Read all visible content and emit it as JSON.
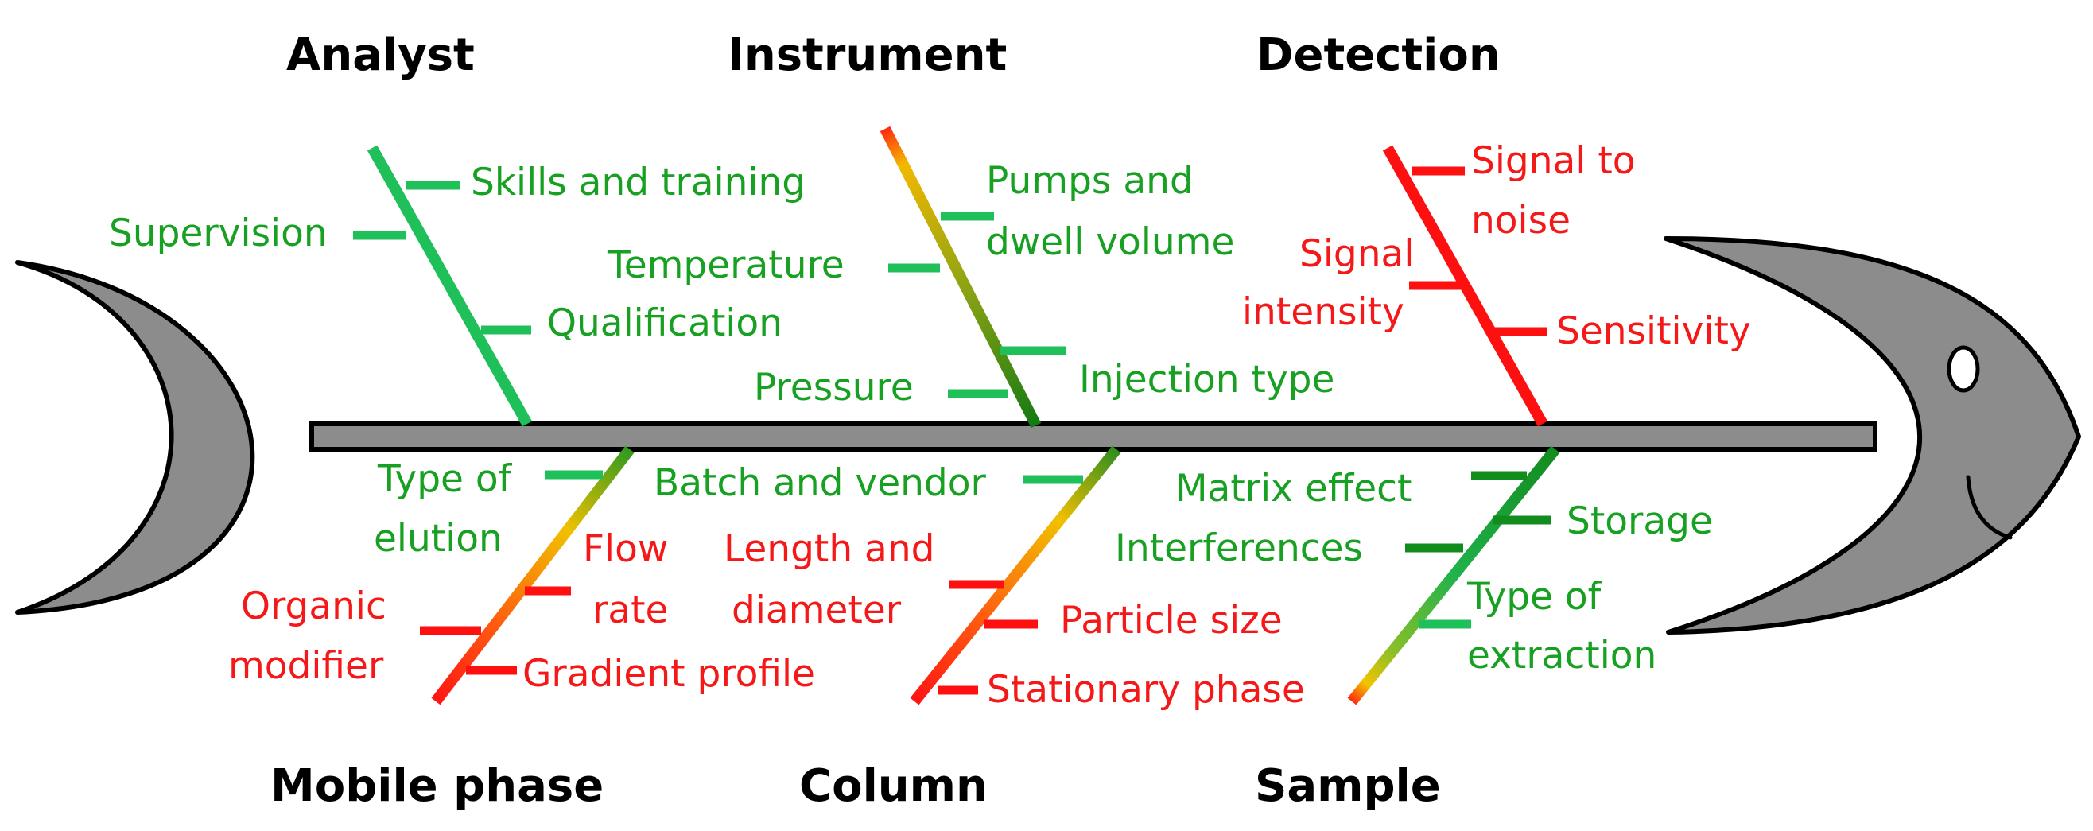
{
  "diagram": {
    "type": "fishbone",
    "categories": {
      "analyst": "Analyst",
      "instrument": "Instrument",
      "detection": "Detection",
      "mobile_phase": "Mobile phase",
      "column": "Column",
      "sample": "Sample"
    },
    "causes": {
      "analyst": {
        "skills": "Skills and training",
        "supervision": "Supervision",
        "qualification": "Qualification"
      },
      "instrument": {
        "pumps_line1": "Pumps and",
        "pumps_line2": "dwell volume",
        "temperature": "Temperature",
        "injection_type": "Injection type",
        "pressure": "Pressure"
      },
      "detection": {
        "signal_to_noise_line1": "Signal to",
        "signal_to_noise_line2": "noise",
        "signal_intensity_line1": "Signal",
        "signal_intensity_line2": "intensity",
        "sensitivity": "Sensitivity"
      },
      "mobile_phase": {
        "type_of_elution_line1": "Type of",
        "type_of_elution_line2": "elution",
        "flow_rate_line1": "Flow",
        "flow_rate_line2": "rate",
        "organic_modifier_line1": "Organic",
        "organic_modifier_line2": "modifier",
        "gradient_profile": "Gradient profile"
      },
      "column": {
        "batch_and_vendor": "Batch and vendor",
        "length_diameter_line1": "Length and",
        "length_diameter_line2": "diameter",
        "particle_size": "Particle size",
        "stationary_phase": "Stationary phase"
      },
      "sample": {
        "matrix_effect": "Matrix effect",
        "storage": "Storage",
        "interferences": "Interferences",
        "type_of_extraction_line1": "Type of",
        "type_of_extraction_line2": "extraction"
      }
    },
    "colors": {
      "green": "#17a021",
      "red": "#f51818",
      "bone_green": "#1fc05a",
      "bone_red": "#ff1010",
      "fish_gray": "#8c8c8c",
      "spine_gray": "#8c8c8c",
      "outline": "#000000"
    }
  }
}
